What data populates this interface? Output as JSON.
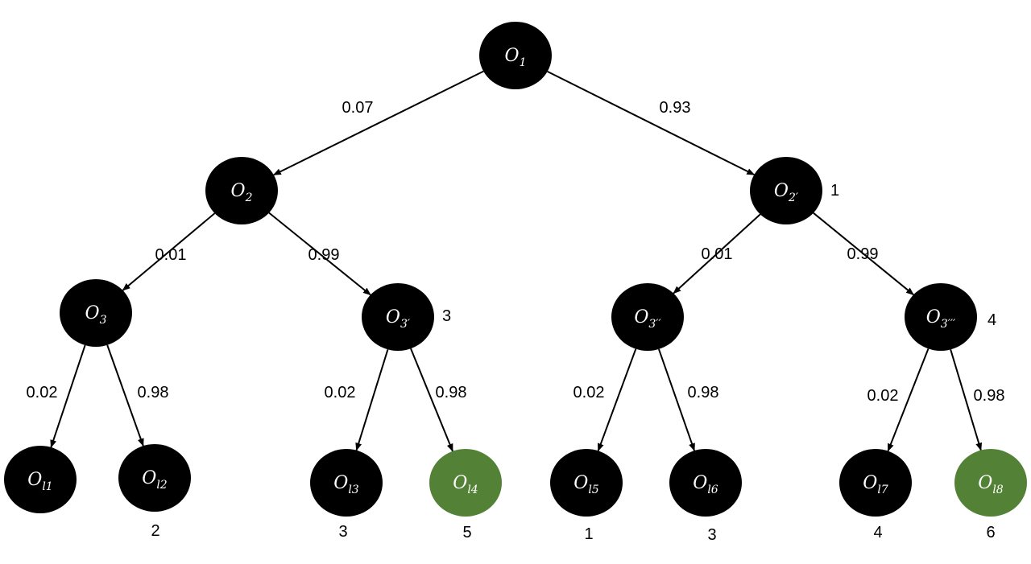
{
  "colors": {
    "node": "#000000",
    "highlight": "#538135",
    "text": "#ffffff"
  },
  "nodes": [
    {
      "id": "o1",
      "base": "O",
      "sub": "1",
      "rank": "",
      "highlight": false
    },
    {
      "id": "o2",
      "base": "O",
      "sub": "2",
      "rank": "",
      "highlight": false
    },
    {
      "id": "o2p",
      "base": "O",
      "sub": "2′",
      "rank": "1",
      "highlight": false
    },
    {
      "id": "o3",
      "base": "O",
      "sub": "3",
      "rank": "",
      "highlight": false
    },
    {
      "id": "o3p",
      "base": "O",
      "sub": "3′",
      "rank": "3",
      "highlight": false
    },
    {
      "id": "o3pp",
      "base": "O",
      "sub": "3′′",
      "rank": "",
      "highlight": false
    },
    {
      "id": "o3ppp",
      "base": "O",
      "sub": "3′′′",
      "rank": "4",
      "highlight": false
    },
    {
      "id": "ol1",
      "base": "O",
      "sub": "l1",
      "rank": "",
      "highlight": false
    },
    {
      "id": "ol2",
      "base": "O",
      "sub": "l2",
      "rank": "2",
      "highlight": false
    },
    {
      "id": "ol3",
      "base": "O",
      "sub": "l3",
      "rank": "3",
      "highlight": false
    },
    {
      "id": "ol4",
      "base": "O",
      "sub": "l4",
      "rank": "5",
      "highlight": true
    },
    {
      "id": "ol5",
      "base": "O",
      "sub": "l5",
      "rank": "1",
      "highlight": false
    },
    {
      "id": "ol6",
      "base": "O",
      "sub": "l6",
      "rank": "3",
      "highlight": false
    },
    {
      "id": "ol7",
      "base": "O",
      "sub": "l7",
      "rank": "4",
      "highlight": false
    },
    {
      "id": "ol8",
      "base": "O",
      "sub": "l8",
      "rank": "6",
      "highlight": true
    }
  ],
  "edges": [
    {
      "from": "o1",
      "to": "o2",
      "label": "0.07"
    },
    {
      "from": "o1",
      "to": "o2p",
      "label": "0.93"
    },
    {
      "from": "o2",
      "to": "o3",
      "label": "0.01"
    },
    {
      "from": "o2",
      "to": "o3p",
      "label": "0.99"
    },
    {
      "from": "o2p",
      "to": "o3pp",
      "label": "0.01"
    },
    {
      "from": "o2p",
      "to": "o3ppp",
      "label": "0.99"
    },
    {
      "from": "o3",
      "to": "ol1",
      "label": "0.02"
    },
    {
      "from": "o3",
      "to": "ol2",
      "label": "0.98"
    },
    {
      "from": "o3p",
      "to": "ol3",
      "label": "0.02"
    },
    {
      "from": "o3p",
      "to": "ol4",
      "label": "0.98"
    },
    {
      "from": "o3pp",
      "to": "ol5",
      "label": "0.02"
    },
    {
      "from": "o3pp",
      "to": "ol6",
      "label": "0.98"
    },
    {
      "from": "o3ppp",
      "to": "ol7",
      "label": "0.02"
    },
    {
      "from": "o3ppp",
      "to": "ol8",
      "label": "0.98"
    }
  ]
}
